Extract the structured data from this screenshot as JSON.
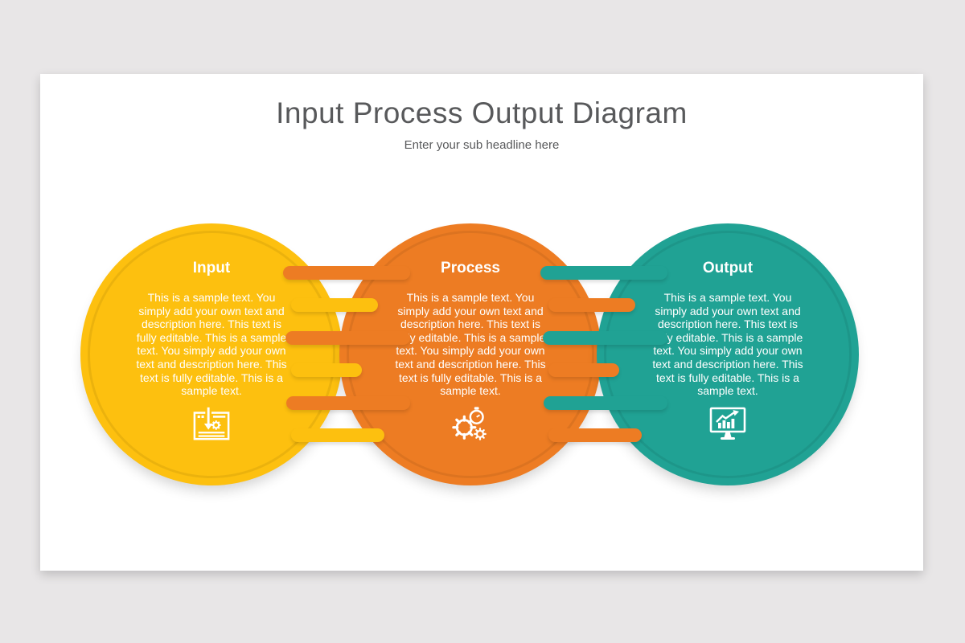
{
  "colors": {
    "yellow": "#fdc00f",
    "orange": "#ed7c23",
    "teal": "#20a294",
    "page_bg": "#e8e6e7",
    "slide_bg": "#ffffff",
    "heading": "#58595b",
    "body_on_circle": "#ffffff"
  },
  "header": {
    "title": "Input Process Output Diagram",
    "subtitle": "Enter your sub headline here"
  },
  "circles": [
    {
      "label": "Input",
      "description": "This is a sample text. You simply add your own text and description here. This text is fully editable. This is a sample text. You simply add your own text and description here. This text is fully editable.  This is a sample text.",
      "icon": "document-download-gear-icon",
      "color": "#fdc00f"
    },
    {
      "label": "Process",
      "description": "This is a sample text. You simply add your own text and description here. This text is fully editable. This is a sample text. You simply add your own text and description here. This text is fully editable.  This is a sample text.",
      "icon": "gear-stopwatch-icon",
      "color": "#ed7c23"
    },
    {
      "label": "Output",
      "description": "This is a sample text. You simply add your own text and description here. This text is fully editable. This is a sample text. You simply add your own text and description here. This text is fully editable.  This is a sample text.",
      "icon": "monitor-chart-icon",
      "color": "#20a294"
    }
  ],
  "connectors": {
    "junction_input_process": {
      "pills_from_right_color": "#ed7c23",
      "pills_from_left_color": "#fdc00f",
      "rows": 6
    },
    "junction_process_output": {
      "pills_from_right_color": "#20a294",
      "pills_from_left_color": "#ed7c23",
      "rows": 6
    }
  }
}
